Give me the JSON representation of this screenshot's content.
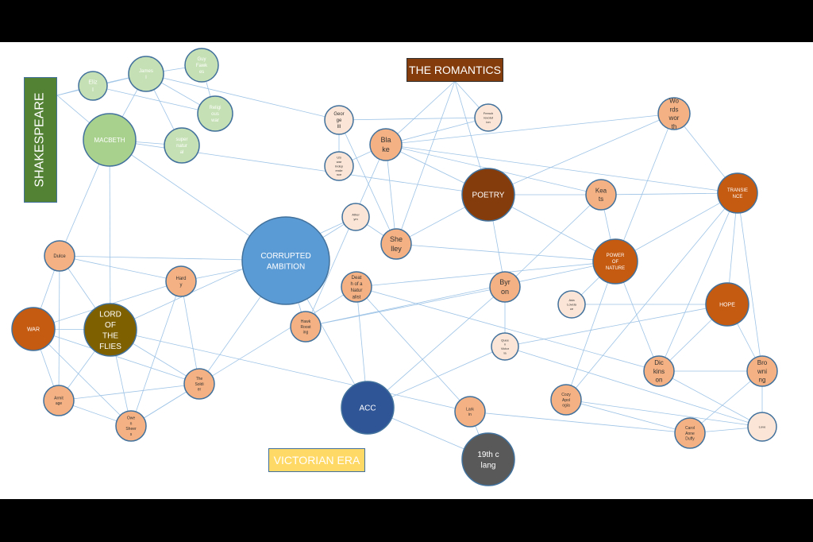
{
  "title_boxes": {
    "shakespeare": {
      "label": "SHAKESPEARE",
      "color": "#548235"
    },
    "romantics": {
      "label": "THE ROMANTICS",
      "color": "#843c0c"
    },
    "victorian": {
      "label": "VICTORIAN ERA",
      "color": "#ffd966"
    }
  },
  "colors": {
    "edge": "#9dc3e6",
    "border": "#41719c",
    "green_light": "#c5e0b4",
    "green_mid": "#a9d18e",
    "peach": "#f4b183",
    "pale": "#fbe5d6",
    "brown": "#843c0c",
    "orange": "#c55a11",
    "blue": "#5b9bd5",
    "navy": "#2f5597",
    "olive": "#7f6000",
    "grey": "#595959"
  },
  "nodes": [
    {
      "id": "eliz",
      "label": "Eliz I"
    },
    {
      "id": "james",
      "label": "James I"
    },
    {
      "id": "guy",
      "label": "Guy Fawk es"
    },
    {
      "id": "religious",
      "label": "Religi ous war"
    },
    {
      "id": "macbeth",
      "label": "MACBETH"
    },
    {
      "id": "super",
      "label": "super natur al"
    },
    {
      "id": "george",
      "label": "Geor ge III"
    },
    {
      "id": "blake",
      "label": "Bla ke"
    },
    {
      "id": "us",
      "label": "US war Indep ende nce"
    },
    {
      "id": "french",
      "label": "French revolut ion"
    },
    {
      "id": "wordsworth",
      "label": "Wo rds wor th"
    },
    {
      "id": "poetry",
      "label": "POETRY"
    },
    {
      "id": "keats",
      "label": "Kea ts"
    },
    {
      "id": "transience",
      "label": "TRANSIE NCE"
    },
    {
      "id": "ather",
      "label": "Ather ym"
    },
    {
      "id": "shelley",
      "label": "She lley"
    },
    {
      "id": "corrupted",
      "label": "CORRUPTED AMBITION"
    },
    {
      "id": "power",
      "label": "POWER OF NATURE"
    },
    {
      "id": "death",
      "label": "Deat h of a Natur alist"
    },
    {
      "id": "byron",
      "label": "Byr on"
    },
    {
      "id": "ada",
      "label": "Ada Lovela ce"
    },
    {
      "id": "hope",
      "label": "HOPE"
    },
    {
      "id": "dulce",
      "label": "Dulce"
    },
    {
      "id": "hardy",
      "label": "Hard y"
    },
    {
      "id": "war",
      "label": "WAR"
    },
    {
      "id": "lotf",
      "label": "LORD OF THE FLIES"
    },
    {
      "id": "hawk",
      "label": "Hawk Roost ing"
    },
    {
      "id": "queen",
      "label": "Quee n Victor ia"
    },
    {
      "id": "dickinson",
      "label": "Dic kins on"
    },
    {
      "id": "browning",
      "label": "Bro wni ng"
    },
    {
      "id": "soldier",
      "label": "The Soldi er"
    },
    {
      "id": "armit",
      "label": "Armit age"
    },
    {
      "id": "owen",
      "label": "Owe n Sheer s"
    },
    {
      "id": "acc",
      "label": "ACC"
    },
    {
      "id": "larkin",
      "label": "Lark in"
    },
    {
      "id": "cozy",
      "label": "Cozy Apol ogia"
    },
    {
      "id": "carol",
      "label": "Carol Anne Duffy"
    },
    {
      "id": "love",
      "label": "Love"
    },
    {
      "id": "c19",
      "label": "19th c lang"
    }
  ],
  "edges": [
    [
      "eliz",
      "james"
    ],
    [
      "eliz",
      "religious"
    ],
    [
      "james",
      "guy"
    ],
    [
      "james",
      "religious"
    ],
    [
      "james",
      "super"
    ],
    [
      "james",
      "macbeth"
    ],
    [
      "guy",
      "religious"
    ],
    [
      "macbeth",
      "super"
    ],
    [
      "macbeth",
      "lotf"
    ],
    [
      "macbeth",
      "corrupted"
    ],
    [
      "macbeth",
      "dulce"
    ],
    [
      "S",
      "eliz"
    ],
    [
      "S",
      "james"
    ],
    [
      "S",
      "macbeth"
    ],
    [
      "james",
      "george"
    ],
    [
      "george",
      "french"
    ],
    [
      "george",
      "us"
    ],
    [
      "george",
      "shelley"
    ],
    [
      "blake",
      "us"
    ],
    [
      "blake",
      "poetry"
    ],
    [
      "blake",
      "wordsworth"
    ],
    [
      "blake",
      "transience"
    ],
    [
      "blake",
      "keats"
    ],
    [
      "blake",
      "french"
    ],
    [
      "blake",
      "shelley"
    ],
    [
      "blake",
      "hawk"
    ],
    [
      "R",
      "poetry"
    ],
    [
      "R",
      "blake"
    ],
    [
      "R",
      "french"
    ],
    [
      "R",
      "shelley"
    ],
    [
      "poetry",
      "keats"
    ],
    [
      "poetry",
      "shelley"
    ],
    [
      "poetry",
      "byron"
    ],
    [
      "poetry",
      "power"
    ],
    [
      "keats",
      "power"
    ],
    [
      "keats",
      "transience"
    ],
    [
      "keats",
      "byron"
    ],
    [
      "wordsworth",
      "power"
    ],
    [
      "wordsworth",
      "transience"
    ],
    [
      "wordsworth",
      "poetry"
    ],
    [
      "transience",
      "power"
    ],
    [
      "transience",
      "hope"
    ],
    [
      "transience",
      "browning"
    ],
    [
      "transience",
      "dickinson"
    ],
    [
      "transience",
      "cozy"
    ],
    [
      "power",
      "death"
    ],
    [
      "power",
      "dickinson"
    ],
    [
      "power",
      "shelley"
    ],
    [
      "power",
      "hawk"
    ],
    [
      "hope",
      "ada"
    ],
    [
      "hope",
      "dickinson"
    ],
    [
      "hope",
      "browning"
    ],
    [
      "hope",
      "queen"
    ],
    [
      "corrupted",
      "ather"
    ],
    [
      "corrupted",
      "hardy"
    ],
    [
      "corrupted",
      "dulce"
    ],
    [
      "corrupted",
      "acc"
    ],
    [
      "corrupted",
      "hawk"
    ],
    [
      "corrupted",
      "soldier"
    ],
    [
      "ather",
      "shelley"
    ],
    [
      "ather",
      "lotf"
    ],
    [
      "death",
      "larkin"
    ],
    [
      "death",
      "acc"
    ],
    [
      "death",
      "dickinson"
    ],
    [
      "byron",
      "queen"
    ],
    [
      "byron",
      "hawk"
    ],
    [
      "queen",
      "acc"
    ],
    [
      "queen",
      "love"
    ],
    [
      "lotf",
      "war"
    ],
    [
      "lotf",
      "dulce"
    ],
    [
      "lotf",
      "armit"
    ],
    [
      "lotf",
      "owen"
    ],
    [
      "lotf",
      "soldier"
    ],
    [
      "lotf",
      "larkin"
    ],
    [
      "war",
      "dulce"
    ],
    [
      "war",
      "hardy"
    ],
    [
      "war",
      "armit"
    ],
    [
      "war",
      "owen"
    ],
    [
      "war",
      "soldier"
    ],
    [
      "dulce",
      "hardy"
    ],
    [
      "dulce",
      "armit"
    ],
    [
      "hardy",
      "owen"
    ],
    [
      "hardy",
      "soldier"
    ],
    [
      "armit",
      "owen"
    ],
    [
      "armit",
      "soldier"
    ],
    [
      "owen",
      "soldier"
    ],
    [
      "owen",
      "death"
    ],
    [
      "acc",
      "c19"
    ],
    [
      "acc",
      "byron"
    ],
    [
      "larkin",
      "c19"
    ],
    [
      "larkin",
      "carol"
    ],
    [
      "cozy",
      "love"
    ],
    [
      "cozy",
      "carol"
    ],
    [
      "carol",
      "love"
    ],
    [
      "carol",
      "browning"
    ],
    [
      "dickinson",
      "browning"
    ],
    [
      "dickinson",
      "love"
    ],
    [
      "browning",
      "love"
    ],
    [
      "macbeth",
      "poetry"
    ],
    [
      "ada",
      "power"
    ],
    [
      "cozy",
      "power"
    ]
  ]
}
